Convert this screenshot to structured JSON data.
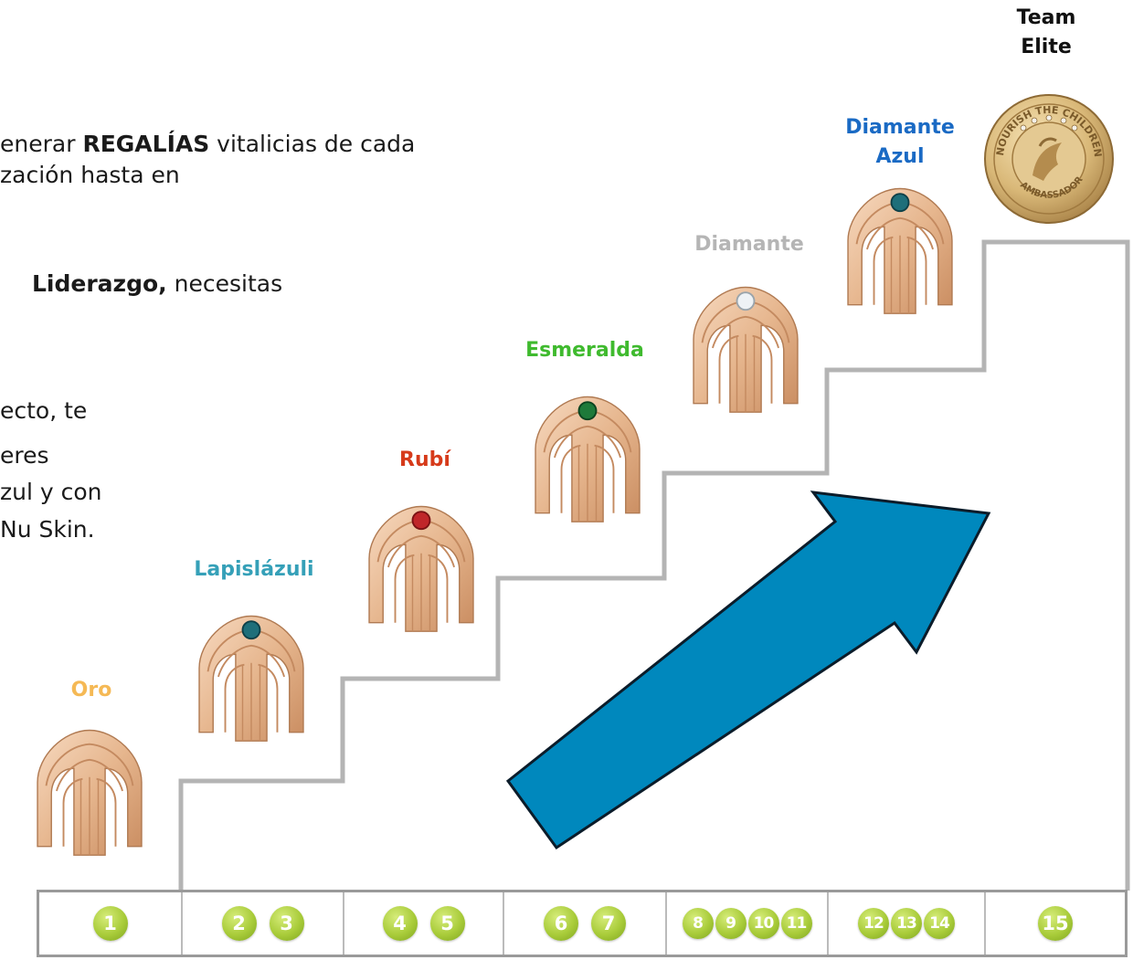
{
  "text": {
    "line1_prefix": "enerar ",
    "line1_bold": "REGALÍAS",
    "line1_suffix": " vitalicias de cada",
    "line2": "zación hasta en",
    "line3_bold": "Liderazgo,",
    "line3_suffix": " necesitas",
    "line4": "ecto, te",
    "line5": "eres",
    "line6": "zul y con",
    "line7": "Nu Skin."
  },
  "levels": [
    {
      "label": "Oro",
      "color": "#f5b955",
      "gem": "none"
    },
    {
      "label": "Lapislázuli",
      "color": "#35a0b8",
      "gem": "#1e6f7a"
    },
    {
      "label": "Rubí",
      "color": "#d63a1a",
      "gem": "#c0262a"
    },
    {
      "label": "Esmeralda",
      "color": "#3fba2e",
      "gem": "#1e7a3a"
    },
    {
      "label": "Diamante",
      "color": "#b5b5b5",
      "gem": "#eef2f5"
    },
    {
      "label_line1": "Diamante",
      "label_line2": "Azul",
      "color": "#1a6ac4",
      "gem": "#1e6f7a"
    },
    {
      "label_line1": "Team",
      "label_line2": "Elite",
      "color": "#111111"
    }
  ],
  "medal": {
    "top_text": "NOURISH THE CHILDREN",
    "bottom_text": "AMBASSADOR"
  },
  "timeline": [
    [
      "1"
    ],
    [
      "2",
      "3"
    ],
    [
      "4",
      "5"
    ],
    [
      "6",
      "7"
    ],
    [
      "8",
      "9",
      "10",
      "11"
    ],
    [
      "12",
      "13",
      "14"
    ],
    [
      "15"
    ]
  ],
  "colors": {
    "arrow": "#0088bd",
    "stair": "#b4b4b4",
    "number_badge": "#a9cc3a"
  }
}
